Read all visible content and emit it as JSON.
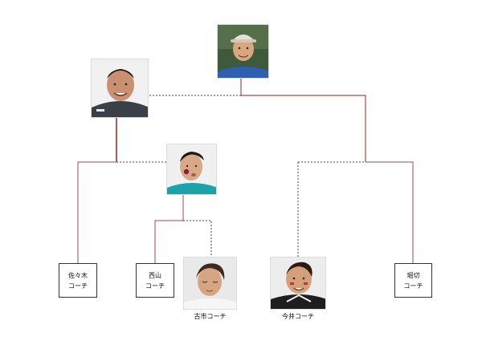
{
  "colors": {
    "solid_line": "#a04a4a",
    "dashed_line": "#444444",
    "box_border": "#333333"
  },
  "coaches": {
    "sasaki": {
      "line1": "佐々木",
      "line2": "コーチ"
    },
    "nishiyama": {
      "line1": "西山",
      "line2": "コーチ"
    },
    "horikiri": {
      "line1": "堀切",
      "line2": "コーチ"
    },
    "furuichi": {
      "caption": "古市コーチ"
    },
    "imai": {
      "caption": "今井コーチ"
    }
  },
  "photos": {
    "top": {
      "icon": "cap-person-photo"
    },
    "left": {
      "icon": "smiling-person-photo"
    },
    "middle": {
      "icon": "sticker-face-person-photo"
    },
    "furuichi": {
      "icon": "eyes-closed-person-photo"
    },
    "imai": {
      "icon": "face-paint-person-photo"
    }
  }
}
